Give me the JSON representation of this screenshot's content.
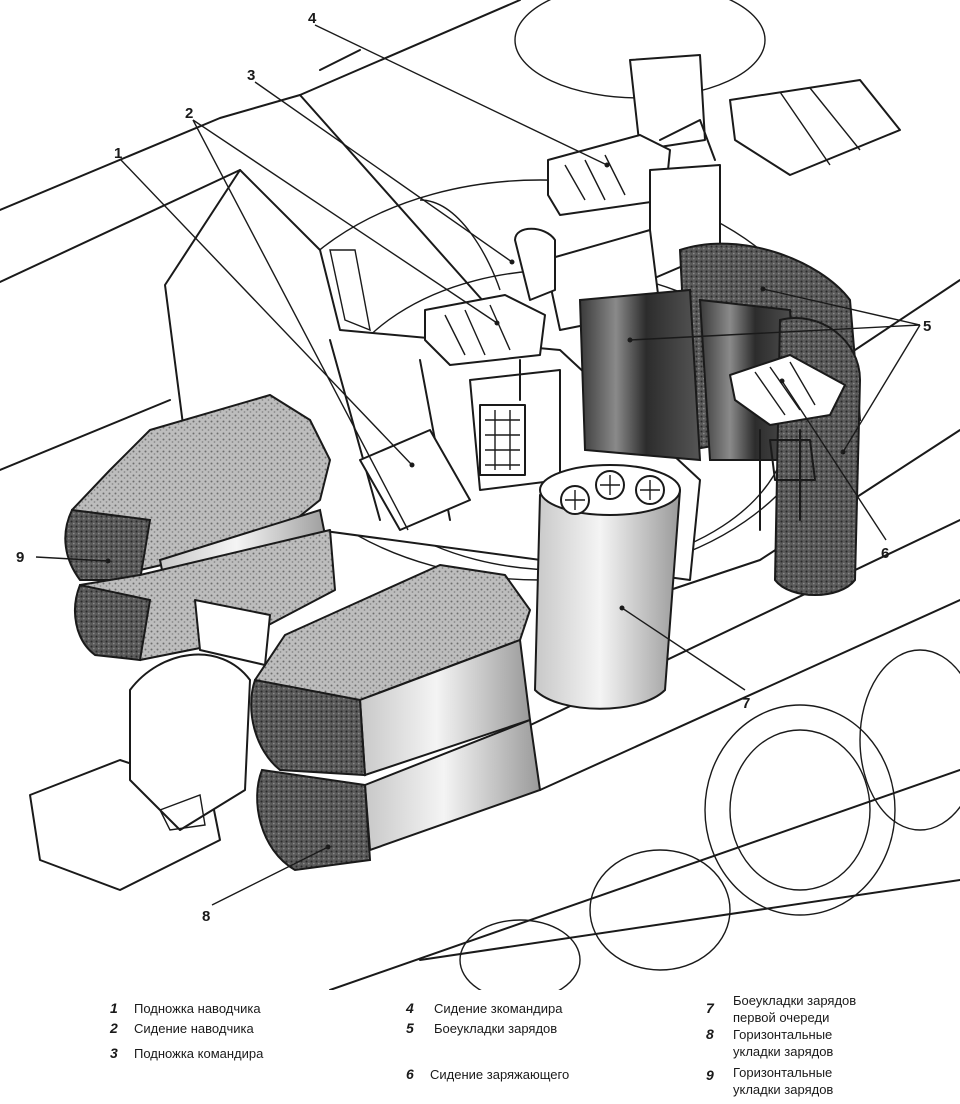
{
  "callouts": {
    "c1": "1",
    "c2": "2",
    "c3": "3",
    "c4": "4",
    "c5": "5",
    "c6": "6",
    "c7": "7",
    "c8": "8",
    "c9": "9"
  },
  "legend": [
    {
      "num": "1",
      "text": "Подножка наводчика"
    },
    {
      "num": "2",
      "text": "Сидение наводчика"
    },
    {
      "num": "3",
      "text": "Подножка командира"
    },
    {
      "num": "4",
      "text": "Сидение зкомандира"
    },
    {
      "num": "5",
      "text": "Боеукладки зарядов"
    },
    {
      "num": "6",
      "text": "Сидение заряжающего"
    },
    {
      "num": "7",
      "text": "Боеукладки зарядов первой очереди"
    },
    {
      "num": "8",
      "text": "Горизонтальные укладки зарядов"
    },
    {
      "num": "9",
      "text": "Горизонтальные укладки зарядов"
    }
  ],
  "style": {
    "line_color": "#1a1a1a",
    "background": "#ffffff"
  }
}
